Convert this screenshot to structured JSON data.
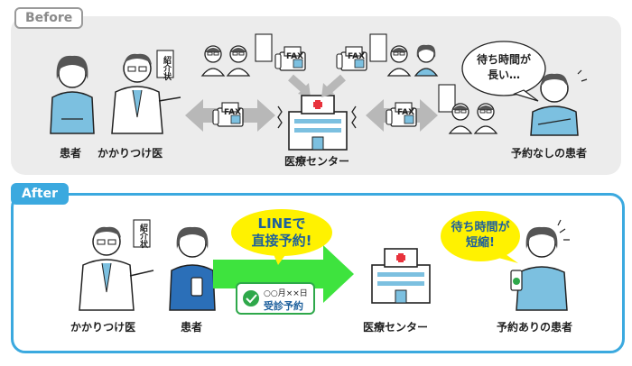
{
  "before": {
    "tag": "Before",
    "labels": {
      "patient": "患者",
      "family_doctor": "かかりつけ医",
      "medical_center": "医療センター",
      "no_reservation_patient": "予約なしの患者"
    },
    "speech": [
      "待ち時間が",
      "長い…"
    ],
    "referral": "紹介状",
    "fax": "FAX"
  },
  "after": {
    "tag": "After",
    "labels": {
      "family_doctor": "かかりつけ医",
      "patient": "患者",
      "medical_center": "医療センター",
      "reserved_patient": "予約ありの患者"
    },
    "line_bubble": [
      "LINEで",
      "直接予約!"
    ],
    "wait_bubble": [
      "待ち時間が",
      "短縮!"
    ],
    "phone_date": "○○月××日",
    "phone_status": "受診予約",
    "referral": "紹介状"
  },
  "colors": {
    "before_bg": "#ececec",
    "after_border": "#3ba9df",
    "bubble_yellow": "#fff200",
    "arrow_green": "#3ee33e",
    "check_green": "#2ea84a",
    "shirt_blue": "#7cc0e0"
  }
}
